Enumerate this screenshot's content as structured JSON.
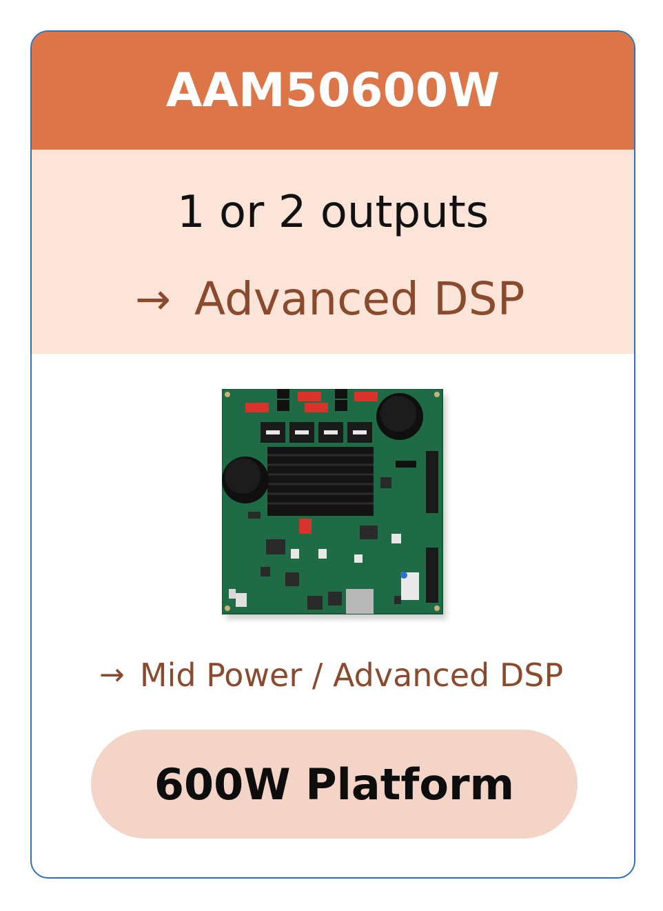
{
  "header": {
    "title": "AAM50600W"
  },
  "features": {
    "outputs": "1 or 2 outputs",
    "dsp_arrow": "→",
    "dsp_label": "Advanced DSP"
  },
  "board": {
    "photo": "amplifier-board-photo",
    "pcb_color": "#1f6b45"
  },
  "tagline": {
    "arrow": "→",
    "label": "Mid Power / Advanced DSP"
  },
  "platform": {
    "label": "600W Platform"
  },
  "colors": {
    "header_bg": "#dc7548",
    "band_bg": "#fde4d8",
    "accent_text": "#8a4a2e",
    "pill_bg": "#f4d4c6",
    "border": "#2f6fb3"
  }
}
